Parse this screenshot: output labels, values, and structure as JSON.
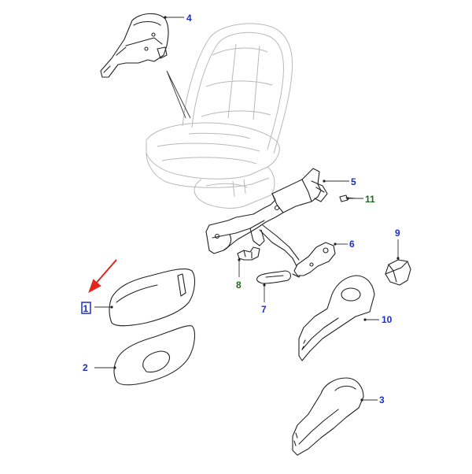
{
  "callouts": [
    {
      "id": "1",
      "text": "1",
      "color": "#1a2fc8",
      "highlighted": true
    },
    {
      "id": "2",
      "text": "2",
      "color": "#1a2fc8"
    },
    {
      "id": "3",
      "text": "3",
      "color": "#1a2fc8"
    },
    {
      "id": "4",
      "text": "4",
      "color": "#1a2fc8"
    },
    {
      "id": "5",
      "text": "5",
      "color": "#1a2fc8"
    },
    {
      "id": "6",
      "text": "6",
      "color": "#1a2fc8"
    },
    {
      "id": "7",
      "text": "7",
      "color": "#1a2fc8"
    },
    {
      "id": "8",
      "text": "8",
      "color": "#1d6b1d"
    },
    {
      "id": "9",
      "text": "9",
      "color": "#1a2fc8"
    },
    {
      "id": "10",
      "text": "10",
      "color": "#1a2fc8"
    },
    {
      "id": "11",
      "text": "11",
      "color": "#1d6b1d"
    }
  ],
  "colors": {
    "callout_blue": "#1a2fc8",
    "callout_green": "#1d6b1d",
    "indicator_arrow": "#e0261f",
    "line_art": "#222222",
    "background_seat": "#b9b9b9"
  }
}
